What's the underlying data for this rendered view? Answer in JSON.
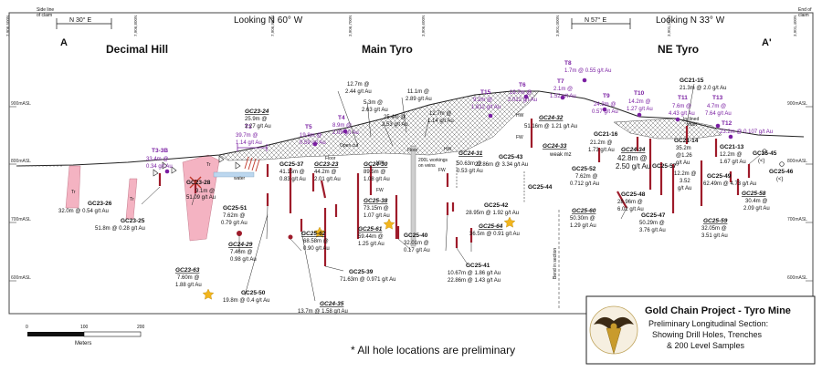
{
  "header": {
    "end_left": "A",
    "end_right": "A'",
    "bearing_left": "N 30° E",
    "bearing_mid": "N 57° E",
    "look_1": "Looking N 60° W",
    "look_2": "Looking N 33° W",
    "side_line_1": "Side line",
    "side_line_2": "of claim",
    "end_line_1": "End of",
    "end_line_2": "claim"
  },
  "grid_coords": [
    "7,906,500N",
    "7,906,800N",
    "7,906,900N",
    "3,906,700N",
    "3,906,600N",
    "3,901,000N",
    "3,901,200N",
    "3,901,400N"
  ],
  "sections": {
    "decimal_hill": "Decimal Hill",
    "main_tyro": "Main Tyro",
    "ne_tyro": "NE Tyro"
  },
  "elevations": [
    "900mASL",
    "800mASL",
    "700mASL",
    "600mASL"
  ],
  "trenches": [
    {
      "name": "T3-3B",
      "assay_1": "33.4m @",
      "assay_2": "0.34 g/t Au"
    },
    {
      "name": "T1",
      "assay_1": "39.7m @",
      "assay_2": "1.14 g/t Au"
    },
    {
      "name": "T5",
      "assay_1": "19.8m @",
      "assay_2": "0.59 g/t Au"
    },
    {
      "name": "T4",
      "assay_1": "8.9m @",
      "assay_2": "2.09 g/t Au"
    },
    {
      "name": "T15",
      "assay_1": "9.2m @",
      "assay_2": "1.812 g/t Au"
    },
    {
      "name": "T6",
      "assay_1": "16.7m @",
      "assay_2": "2.012 g/t Au"
    },
    {
      "name": "T7",
      "assay_1": "2.1m @",
      "assay_2": "1.52 g/t Au"
    },
    {
      "name": "T8",
      "assay_1": "1.7m @ 0.55 g/t Au",
      "assay_2": ""
    },
    {
      "name": "T9",
      "assay_1": "24.3m @",
      "assay_2": "0.57 g/t Au"
    },
    {
      "name": "T10",
      "assay_1": "14.2m @",
      "assay_2": "1.27 g/t Au"
    },
    {
      "name": "T11",
      "assay_1": "7.6m @",
      "assay_2": "4.43 g/t Au"
    },
    {
      "name": "T13",
      "assay_1": "4.7m @",
      "assay_2": "7.64 g/t Au"
    },
    {
      "name": "T12",
      "assay_1": "23.2m @ 0.107 g/t Au",
      "assay_2": ""
    }
  ],
  "holes": {
    "gc23_26": {
      "name": "GC23-26",
      "a1": "32.0m @ 0.54 g/t Au"
    },
    "gc23_25": {
      "name": "GC23-25",
      "a1": "51.8m @ 0.28 g/t Au"
    },
    "gc23_63": {
      "name": "GC23-63",
      "a1": "7.60m @",
      "a2": "1.88 g/t Au"
    },
    "gc23_28": {
      "name": "GC23-28",
      "a1": "9.1m @",
      "a2": "51.09 g/t Au"
    },
    "gc25_51": {
      "name": "GC25-51",
      "a1": "7.62m @",
      "a2": "0.79 g/t Au"
    },
    "gc24_29": {
      "name": "GC24-29",
      "a1": "7.46m @",
      "a2": "0.98 g/t Au"
    },
    "gc25_50": {
      "name": "GC25-50",
      "a1": "19.8m @ 0.4 g/t Au"
    },
    "gc23_24": {
      "name": "GC23-24",
      "a1": "25.9m @",
      "a2": "2.27 g/t Au"
    },
    "gc25_37": {
      "name": "GC25-37",
      "a1": "41.15m @",
      "a2": "0.83 g/t Au"
    },
    "gc23_23": {
      "name": "GC23-23",
      "a1": "44.2m @",
      "a2": "2.01 g/t Au"
    },
    "gc25_62": {
      "name": "GC25-62",
      "a1": "68.58m @",
      "a2": "0.90 g/t Au"
    },
    "gc24_35": {
      "name": "GC24-35",
      "a1": "13.7m @ 1.58 g/t Au"
    },
    "gc25_39": {
      "name": "GC25-39",
      "a1": "71.63m @ 0.971 g/t Au"
    },
    "gc24_30": {
      "name": "GC24-30",
      "a1": "89.5m @",
      "a2": "1.08 g/t Au"
    },
    "gc25_38": {
      "name": "GC25-38",
      "a1": "73.15m @",
      "a2": "1.07 g/t Au"
    },
    "gc25_61": {
      "name": "GC25-61",
      "a1": "59.44m @",
      "a2": "1.25 g/t Au"
    },
    "gc25_40": {
      "name": "GC25-40",
      "a1": "32.01m @",
      "a2": "0.17 g/t Au"
    },
    "gc24_31": {
      "name": "GC24-31",
      "a1": "50.63m @",
      "a2": "0.53 g/t Au"
    },
    "gc25_43": {
      "name": "GC25-43",
      "a1": "22.86m @ 3.34 g/t Au"
    },
    "gc25_44": {
      "name": "GC25-44"
    },
    "gc25_42": {
      "name": "GC25-42",
      "a1": "28.95m @ 1.92 g/t Au"
    },
    "gc25_64": {
      "name": "GC25-64",
      "a1": "36.5m @ 0.91 g/t Au"
    },
    "gc25_41": {
      "name": "GC25-41",
      "a1": "10.67m @ 1.86 g/t Au",
      "a2": "22.86m @ 1.43 g/t Au"
    },
    "gc24_32": {
      "name": "GC24-32",
      "a1": "51.16m @ 1.21 g/t Au"
    },
    "gc24_33": {
      "name": "GC24-33",
      "a1": "weak mz"
    },
    "gc24_34": {
      "name": "GC24-34",
      "a1": "42.8m @",
      "a2": "2.50 g/t Au"
    },
    "gc21_16": {
      "name": "GC21-16",
      "a1": "21.2m @",
      "a2": "1.73 g/t Au"
    },
    "gc25_52": {
      "name": "GC25-52",
      "a1": "7.62m @",
      "a2": "0.712 g/t Au"
    },
    "gc25_60": {
      "name": "GC25-60",
      "a1": "50.30m @",
      "a2": "1.29 g/t Au"
    },
    "gc25_48": {
      "name": "GC25-48",
      "a1": "28.96m @",
      "a2": "6.02 g/t Au"
    },
    "gc25_47": {
      "name": "GC25-47",
      "a1": "50.29m @",
      "a2": "3.76 g/t Au"
    },
    "gc21_15": {
      "name": "GC21-15",
      "a1": "21.3m @ 2.0 g/t Au"
    },
    "gc21_14": {
      "name": "GC21-14",
      "a1": "35.2m",
      "a2": "@1.26",
      "a3": "g/t Au"
    },
    "gc21_13": {
      "name": "GC21-13",
      "a1": "12.2m @",
      "a2": "1.67 g/t Au"
    },
    "gc25_57": {
      "name": "GC25-57",
      "a1": "12.2m @",
      "a2": "3.52",
      "a3": "g/t Au"
    },
    "gc25_49": {
      "name": "GC25-49",
      "a1": "62.49m @ 4.73 g/t Au"
    },
    "gc25_45": {
      "name": "GC25-45",
      "a1": "(<)"
    },
    "gc25_46": {
      "name": "GC25-46",
      "a1": "(<)"
    },
    "gc25_58": {
      "name": "GC25-58",
      "a1": "30.4m @",
      "a2": "2.09 g/t Au"
    },
    "gc25_59": {
      "name": "GC25-59",
      "a1": "32.05m @",
      "a2": "3.51 g/t Au"
    }
  },
  "map_labels": {
    "open_cut": "Open cut",
    "floor": "Floor",
    "inclined_shaft_1": "Inclined",
    "inclined_shaft_2": "shaft",
    "water": "water",
    "workings_1": "200L workings",
    "workings_2": "on veins",
    "hw": "HW",
    "fw": "FW",
    "tr": "Tr",
    "bend": "Bend in section"
  },
  "scale": {
    "t0": "0",
    "t100": "100",
    "t200": "200",
    "unit": "Meters"
  },
  "note": "* All hole locations are preliminary",
  "legend": {
    "title": "Gold Chain Project - Tyro Mine",
    "line1": "Preliminary Longitudinal Section:",
    "line2": "Showing Drill Holes, Trenches",
    "line3": "& 200 Level Samples"
  },
  "colors": {
    "drill_hole": "#9e1b2a",
    "trench": "#7a1fa2",
    "dyke": "#f4b3c2",
    "star": "#f2b51d"
  }
}
